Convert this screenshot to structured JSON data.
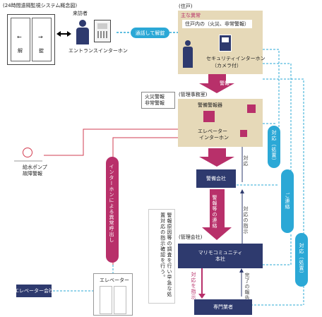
{
  "title": "(24時間遠隔監視システム概念図)",
  "door": {
    "left_label": "解",
    "right_label": "錠"
  },
  "visitor": {
    "label": "来訪者"
  },
  "entrance_intercom": {
    "label": "エントランスインターホン"
  },
  "call_unlock": {
    "label": "通話して解錠"
  },
  "dwelling": {
    "header": "(住戸)",
    "main_abnormal": "主な異常",
    "abnormal_detail": "住戸内の（火災、非常警報）",
    "security_intercom": "セキュリティインターホン",
    "camera": "（カメラ付）"
  },
  "alarm_arrow_1": "警報",
  "office": {
    "header": "(管理事務室)",
    "fire_alarm_note_1": "火災警報",
    "fire_alarm_note_2": "非常警報",
    "alarm_panel": "警備警報器",
    "elevator_intercom_1": "エレベーター",
    "elevator_intercom_2": "インターホン"
  },
  "pump": {
    "label_1": "給水ポンプ",
    "label_2": "故障警報"
  },
  "security_company": {
    "label": "警備会社"
  },
  "alarm_contact": "警報等の連絡",
  "mgmt_company": {
    "header": "(管理会社)",
    "name_1": "マリモコミュニティ",
    "name_2": "本社"
  },
  "specialist": {
    "label": "専門業者"
  },
  "elevator_company": {
    "label": "エレベーター会社"
  },
  "elevator": {
    "label": "エレベーター"
  },
  "intercom_call": "インターホンによる異常呼出し",
  "instruction_note": "警報原因等の調査を行い早急な処置対応の指示確認を行う。",
  "response_instruction_1": "対応の指示",
  "response_instruction_2": "対応を指示",
  "completion_report": "完了の報告",
  "response_label": "対応",
  "pills": {
    "response_dispatch_1": "対応（処置）",
    "contact": "ご連絡",
    "response_dispatch_2": "対応（処置）"
  },
  "colors": {
    "navy": "#2e3a6e",
    "beige": "#e6d9b8",
    "magenta": "#b8306a",
    "red": "#d23c50",
    "blue": "#2ba8d6"
  }
}
